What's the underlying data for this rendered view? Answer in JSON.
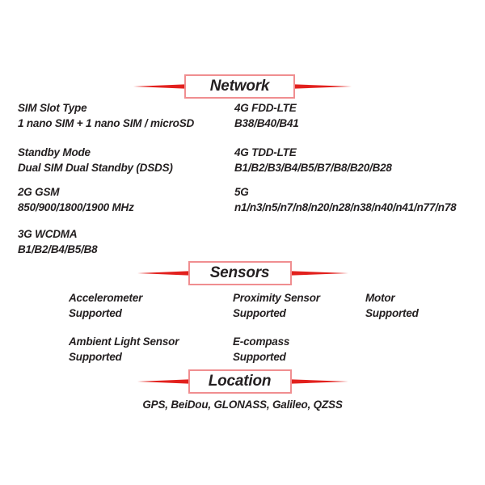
{
  "colors": {
    "accent_red": "#e2201d",
    "box_border": "#f08e90",
    "text": "#231f20",
    "background": "#ffffff"
  },
  "sections": {
    "network": {
      "title": "Network",
      "left": [
        {
          "label": "SIM Slot Type",
          "value": "1 nano SIM + 1 nano SIM / microSD"
        },
        {
          "label": "Standby Mode",
          "value": "Dual SIM Dual Standby (DSDS)"
        },
        {
          "label": "2G GSM",
          "value": "850/900/1800/1900 MHz"
        },
        {
          "label": "3G WCDMA",
          "value": "B1/B2/B4/B5/B8"
        }
      ],
      "right": [
        {
          "label": "4G FDD-LTE",
          "value": "B38/B40/B41"
        },
        {
          "label": "4G TDD-LTE",
          "value": "B1/B2/B3/B4/B5/B7/B8/B20/B28"
        },
        {
          "label": "5G",
          "value": "n1/n3/n5/n7/n8/n20/n28/n38/n40/n41/n77/n78"
        }
      ]
    },
    "sensors": {
      "title": "Sensors",
      "items": [
        {
          "label": "Accelerometer",
          "value": "Supported"
        },
        {
          "label": "Proximity Sensor",
          "value": "Supported"
        },
        {
          "label": "Motor",
          "value": "Supported"
        },
        {
          "label": "Ambient Light Sensor",
          "value": "Supported"
        },
        {
          "label": "E-compass",
          "value": "Supported"
        }
      ]
    },
    "location": {
      "title": "Location",
      "value": "GPS, BeiDou, GLONASS, Galileo, QZSS"
    }
  }
}
